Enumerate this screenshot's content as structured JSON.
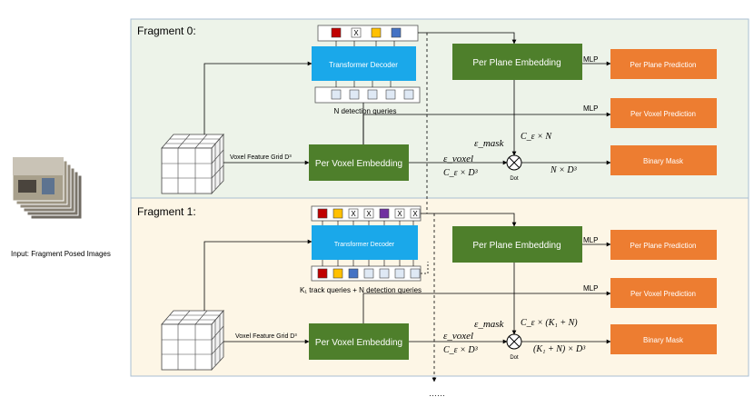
{
  "input_label": "Input: Fragment Posed Images",
  "colors": {
    "frag0_bg": "#edf3e9",
    "frag1_bg": "#fdf6e6",
    "panel_border": "#a9bfd2",
    "decoder": "#1aa8ea",
    "embedding": "#4e7f2b",
    "prediction": "#ed7d31",
    "query_red": "#c00000",
    "query_yellow": "#ffc000",
    "query_blue": "#4472c4",
    "query_purple": "#7030a0",
    "query_empty": "#dfe9f5"
  },
  "fragments": [
    {
      "title": "Fragment 0:",
      "decoder_label": "Transformer Decoder",
      "queries_caption": "N detection queries",
      "grid_label": "Voxel Feature Grid D³",
      "voxel_embedding": "Per Voxel Embedding",
      "plane_embedding": "Per Plane Embedding",
      "mlp_plane": "MLP",
      "mlp_voxel": "MLP",
      "plane_prediction": "Per Plane Prediction",
      "voxel_prediction": "Per Voxel Prediction",
      "binary_mask": "Binary Mask",
      "eps_voxel": "ε_voxel",
      "voxel_dim": "C_ε × D³",
      "eps_mask": "ε_mask",
      "mask_dim": "C_ε × N",
      "dot": "Dot",
      "out_dim": "N × D³",
      "output_tokens": [
        "red",
        "X",
        "yellow",
        "blue"
      ],
      "input_tokens": [
        "empty",
        "empty",
        "empty",
        "empty",
        "empty"
      ]
    },
    {
      "title": "Fragment 1:",
      "decoder_label": "Transformer Decoder",
      "queries_caption": "K₁ track queries + N detection queries",
      "grid_label": "Voxel Feature Grid D³",
      "voxel_embedding": "Per Voxel Embedding",
      "plane_embedding": "Per Plane Embedding",
      "mlp_plane": "MLP",
      "mlp_voxel": "MLP",
      "plane_prediction": "Per Plane Prediction",
      "voxel_prediction": "Per Voxel Prediction",
      "binary_mask": "Binary Mask",
      "eps_voxel": "ε_voxel",
      "voxel_dim": "C_ε × D³",
      "eps_mask": "ε_mask",
      "mask_dim": "C_ε × (K₁ + N)",
      "dot": "Dot",
      "out_dim": "(K₁ + N) × D³",
      "output_tokens": [
        "red",
        "yellow",
        "X",
        "X",
        "purple",
        "X",
        "X"
      ],
      "input_tokens": [
        "red",
        "yellow",
        "blue",
        "empty",
        "empty",
        "empty",
        "empty"
      ]
    }
  ],
  "continuation": "……"
}
